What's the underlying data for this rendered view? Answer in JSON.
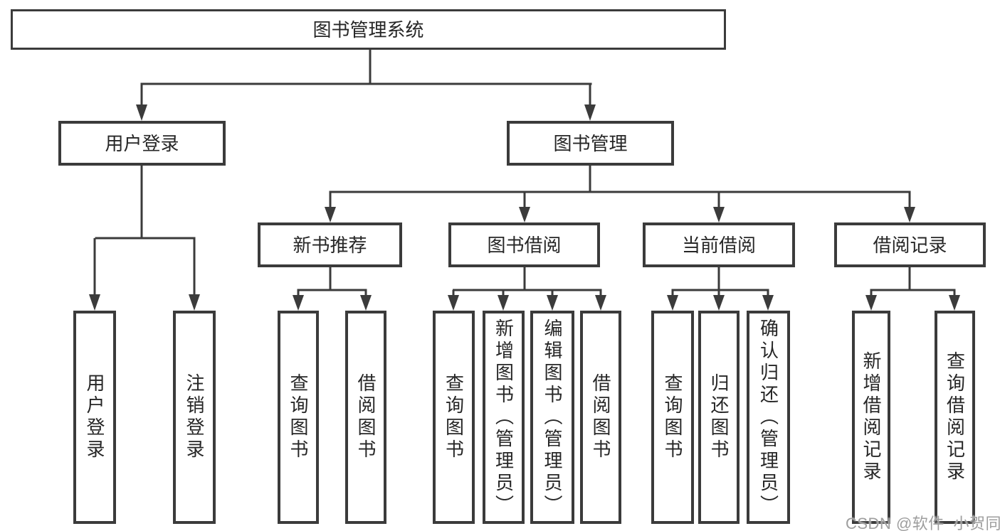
{
  "diagram": {
    "title": "图书管理系统",
    "tree": {
      "root": {
        "label": "图书管理系统",
        "children": [
          {
            "label": "用户登录",
            "children": [
              {
                "label": "用户登录"
              },
              {
                "label": "注销登录"
              }
            ]
          },
          {
            "label": "图书管理",
            "children": [
              {
                "label": "新书推荐",
                "children": [
                  {
                    "label": "查询图书"
                  },
                  {
                    "label": "借阅图书"
                  }
                ]
              },
              {
                "label": "图书借阅",
                "children": [
                  {
                    "label": "查询图书"
                  },
                  {
                    "label": "新增图书（管理员）"
                  },
                  {
                    "label": "编辑图书（管理员）"
                  },
                  {
                    "label": "借阅图书"
                  }
                ]
              },
              {
                "label": "当前借阅",
                "children": [
                  {
                    "label": "查询图书"
                  },
                  {
                    "label": "归还图书"
                  },
                  {
                    "label": "确认归还（管理员）"
                  }
                ]
              },
              {
                "label": "借阅记录",
                "children": [
                  {
                    "label": "新增借阅记录"
                  },
                  {
                    "label": "查询借阅记录"
                  }
                ]
              }
            ]
          }
        ]
      }
    },
    "colors": {
      "line": "#3b3b3b",
      "box_border": "#3b3b3b",
      "box_fill": "#ffffff",
      "text": "#262626",
      "background": "#ffffff",
      "watermark": "#9e9e9e"
    }
  },
  "watermark": {
    "text": "CSDN @软件_小贺同学"
  }
}
